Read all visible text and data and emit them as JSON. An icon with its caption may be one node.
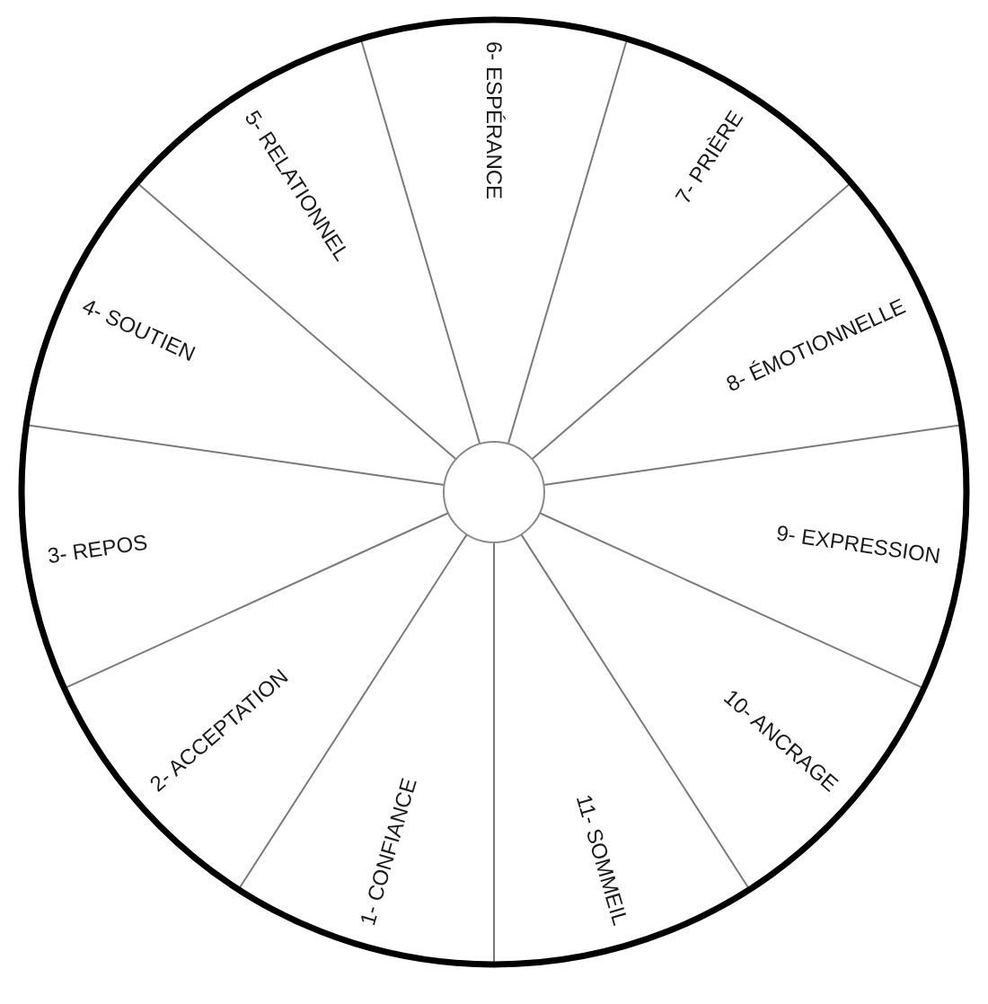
{
  "diagram": {
    "nodes": [
      {
        "text": [
          "1- CONFIANCE"
        ]
      },
      {
        "text": [
          "2- ACCEPTATION"
        ]
      },
      {
        "text": [
          "3- REPOS"
        ]
      },
      {
        "text": [
          "4- SOUTIEN"
        ]
      },
      {
        "text": [
          "5- RELATIONNEL"
        ]
      },
      {
        "text": [
          "6- ESPÉRANCE"
        ]
      },
      {
        "text": [
          "7- PRIÈRE"
        ]
      },
      {
        "text": [
          "8- ÉMOTIONNELLE"
        ]
      },
      {
        "text": [
          "9- EXPRESSION"
        ]
      },
      {
        "text": [
          "10- ANCRAGE"
        ]
      },
      {
        "text": [
          "11- SOMMEIL"
        ]
      },
      {
        "text": [],
        "shape": "circle"
      }
    ]
  }
}
